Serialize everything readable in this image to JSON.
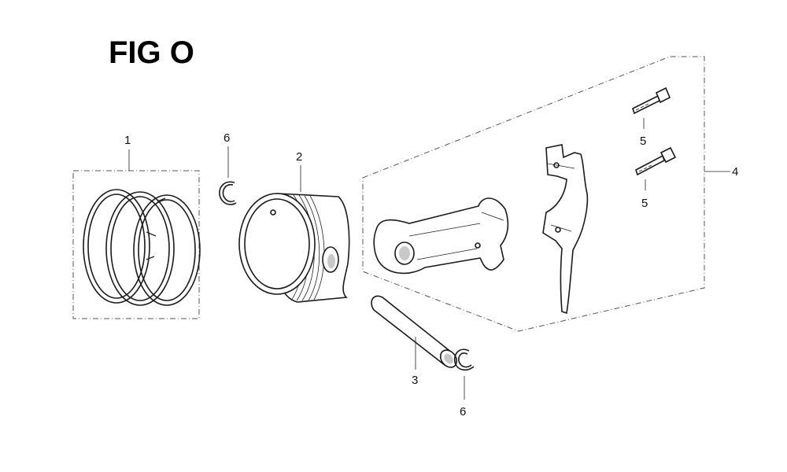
{
  "figure": {
    "title": "FIG O",
    "callouts": {
      "rings": "1",
      "piston": "2",
      "pin": "3",
      "rod_assembly": "4",
      "bolt_top": "5",
      "bolt_bottom": "5",
      "clip_top": "6",
      "clip_bottom": "6"
    }
  }
}
